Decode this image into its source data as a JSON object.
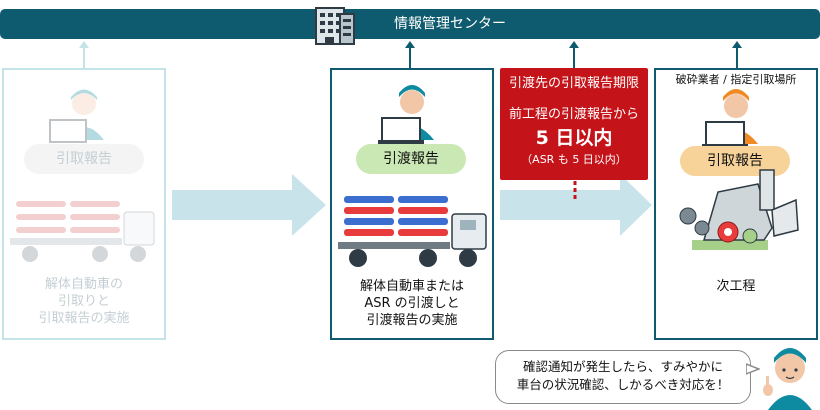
{
  "header": {
    "title": "情報管理センター",
    "icon": "building-icon"
  },
  "panels": [
    {
      "state": "faded",
      "badge": "引取報告",
      "desc": [
        "解体自動車の",
        "引取りと",
        "引取報告の実施"
      ]
    },
    {
      "state": "active",
      "badge": "引渡報告",
      "desc": [
        "解体自動車または",
        "ASR の引渡しと",
        "引渡報告の実施"
      ]
    },
    {
      "state": "active",
      "top_label": "破砕業者 / 指定引取場所",
      "badge": "引取報告",
      "desc": [
        "次工程"
      ]
    }
  ],
  "deadline": {
    "line1": "引渡先の引取報告期限",
    "line2": "前工程の引渡報告から",
    "line3": "5 日以内",
    "line4": "（ASR も 5 日以内）"
  },
  "speech": {
    "line1": "確認通知が発生したら、すみやかに",
    "line2": "車台の状況確認、しかるべき対応を！"
  },
  "colors": {
    "navy": "#0e5a6e",
    "faded": "#c3e3e8",
    "arrow": "#c8e4ea",
    "green_pill": "#c9e8b4",
    "orange_pill": "#f7d39a",
    "red": "#c4141a"
  }
}
